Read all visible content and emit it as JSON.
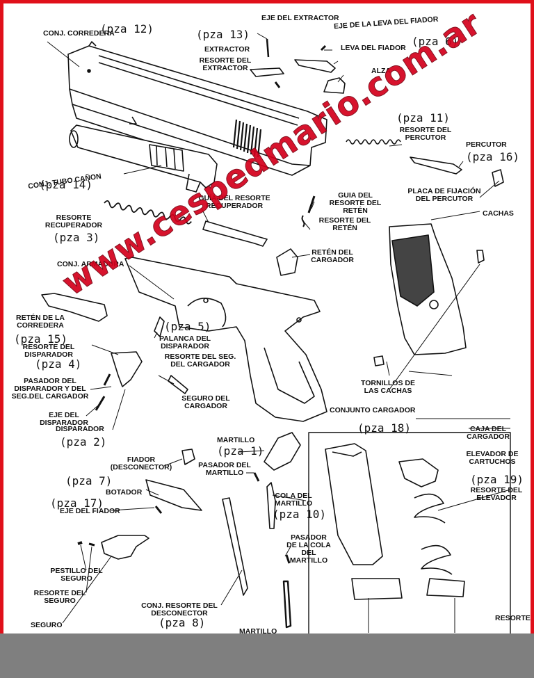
{
  "colors": {
    "border": "#e0101a",
    "watermark": "#d4001c",
    "footer": "#7f7f7f",
    "ink": "#111111"
  },
  "watermark": "www.cespedmario.com.ar",
  "parts": {
    "corredera": {
      "label": "CONJ. CORREDERA",
      "pza": "(pza 12)"
    },
    "extractor": {
      "label": "EXTRACTOR",
      "pza": "(pza 13)"
    },
    "eje_extractor": {
      "label": "EJE DEL EXTRACTOR"
    },
    "resorte_extractor": {
      "label": "RESORTE DEL EXTRACTOR"
    },
    "eje_leva": {
      "label": "EJE DE LA LEVA DEL FIADOR"
    },
    "leva": {
      "label": "LEVA DEL FIADOR",
      "pza": "(pza 6)"
    },
    "alza": {
      "label": "ALZA"
    },
    "resorte_percutor": {
      "label": "RESORTE DEL PERCUTOR",
      "pza": "(pza 11)"
    },
    "percutor": {
      "label": "PERCUTOR",
      "pza": "(pza 16)"
    },
    "placa": {
      "label": "PLACA DE FIJACIÓN DEL PERCUTOR"
    },
    "tubo": {
      "label": "CONJ. TUBO CAÑON",
      "pza": "(pza 14)"
    },
    "resorte_recuperador": {
      "label": "RESORTE RECUPERADOR",
      "pza": "(pza 3)"
    },
    "guia": {
      "label": "GUÍA DEL RESORTE RECUPERADOR"
    },
    "guia_reten": {
      "label": "GUIA DEL RESORTE DEL RETÉN"
    },
    "resorte_reten": {
      "label": "RESORTE DEL RETÉN"
    },
    "reten_cargador": {
      "label": "RETÉN DEL CARGADOR"
    },
    "cachas": {
      "label": "CACHAS"
    },
    "armadura": {
      "label": "CONJ. ARMADURA"
    },
    "reten_corredera": {
      "label": "RETÉN DE LA CORREDERA",
      "pza": "(pza 15)"
    },
    "palanca": {
      "label": "PALANCA DEL DISPARADOR",
      "pza": "(pza 5)"
    },
    "resorte_disparador": {
      "label": "RESORTE DEL DISPARADOR",
      "pza": "(pza 4)"
    },
    "resorte_seg": {
      "label": "RESORTE DEL SEG. DEL CARGADOR"
    },
    "pasador_disp": {
      "label": "PASADOR DEL DISPARADOR Y DEL SEG.DEL CARGADOR"
    },
    "eje_disp": {
      "label": "EJE DEL DISPARADOR"
    },
    "seguro_cargador": {
      "label": "SEGURO DEL CARGADOR"
    },
    "disparador": {
      "label": "DISPARADOR",
      "pza": "(pza 2)"
    },
    "tornillos": {
      "label": "TORNILLOS DE LAS CACHAS"
    },
    "conjunto_cargador": {
      "label": "CONJUNTO CARGADOR",
      "pza": "(pza 18)"
    },
    "caja": {
      "label": "CAJA DEL CARGADOR"
    },
    "elevador": {
      "label": "ELEVADOR DE CARTUCHOS",
      "pza": "(pza 19)"
    },
    "resorte_elevador": {
      "label": "RESORTE DEL ELEVADOR"
    },
    "martillo": {
      "label": "MARTILLO",
      "pza": "(pza 1)"
    },
    "pasador_martillo": {
      "label": "PASADOR DEL MARTILLO"
    },
    "fiador": {
      "label": "FIADOR (DESCONECTOR)",
      "pza": "(pza 7)"
    },
    "botador": {
      "label": "BOTADOR",
      "pza": "(pza 17)"
    },
    "eje_fiador": {
      "label": "EJE DEL FIADOR"
    },
    "cola": {
      "label": "COLA DEL MARTILLO",
      "pza": "(pza 10)"
    },
    "pasador_cola": {
      "label": "PASADOR DE LA COLA DEL MARTILLO"
    },
    "pestillo": {
      "label": "PESTILLO DEL SEGURO"
    },
    "resorte_seguro": {
      "label": "RESORTE DEL SEGURO"
    },
    "seguro": {
      "label": "SEGURO"
    },
    "resorte_desconector": {
      "label": "CONJ. RESORTE DEL DESCONECTOR",
      "pza": "(pza 8)"
    },
    "martillo_cut": {
      "label": "MARTILLO"
    },
    "resorte_cut": {
      "label": "RESORTE"
    }
  }
}
